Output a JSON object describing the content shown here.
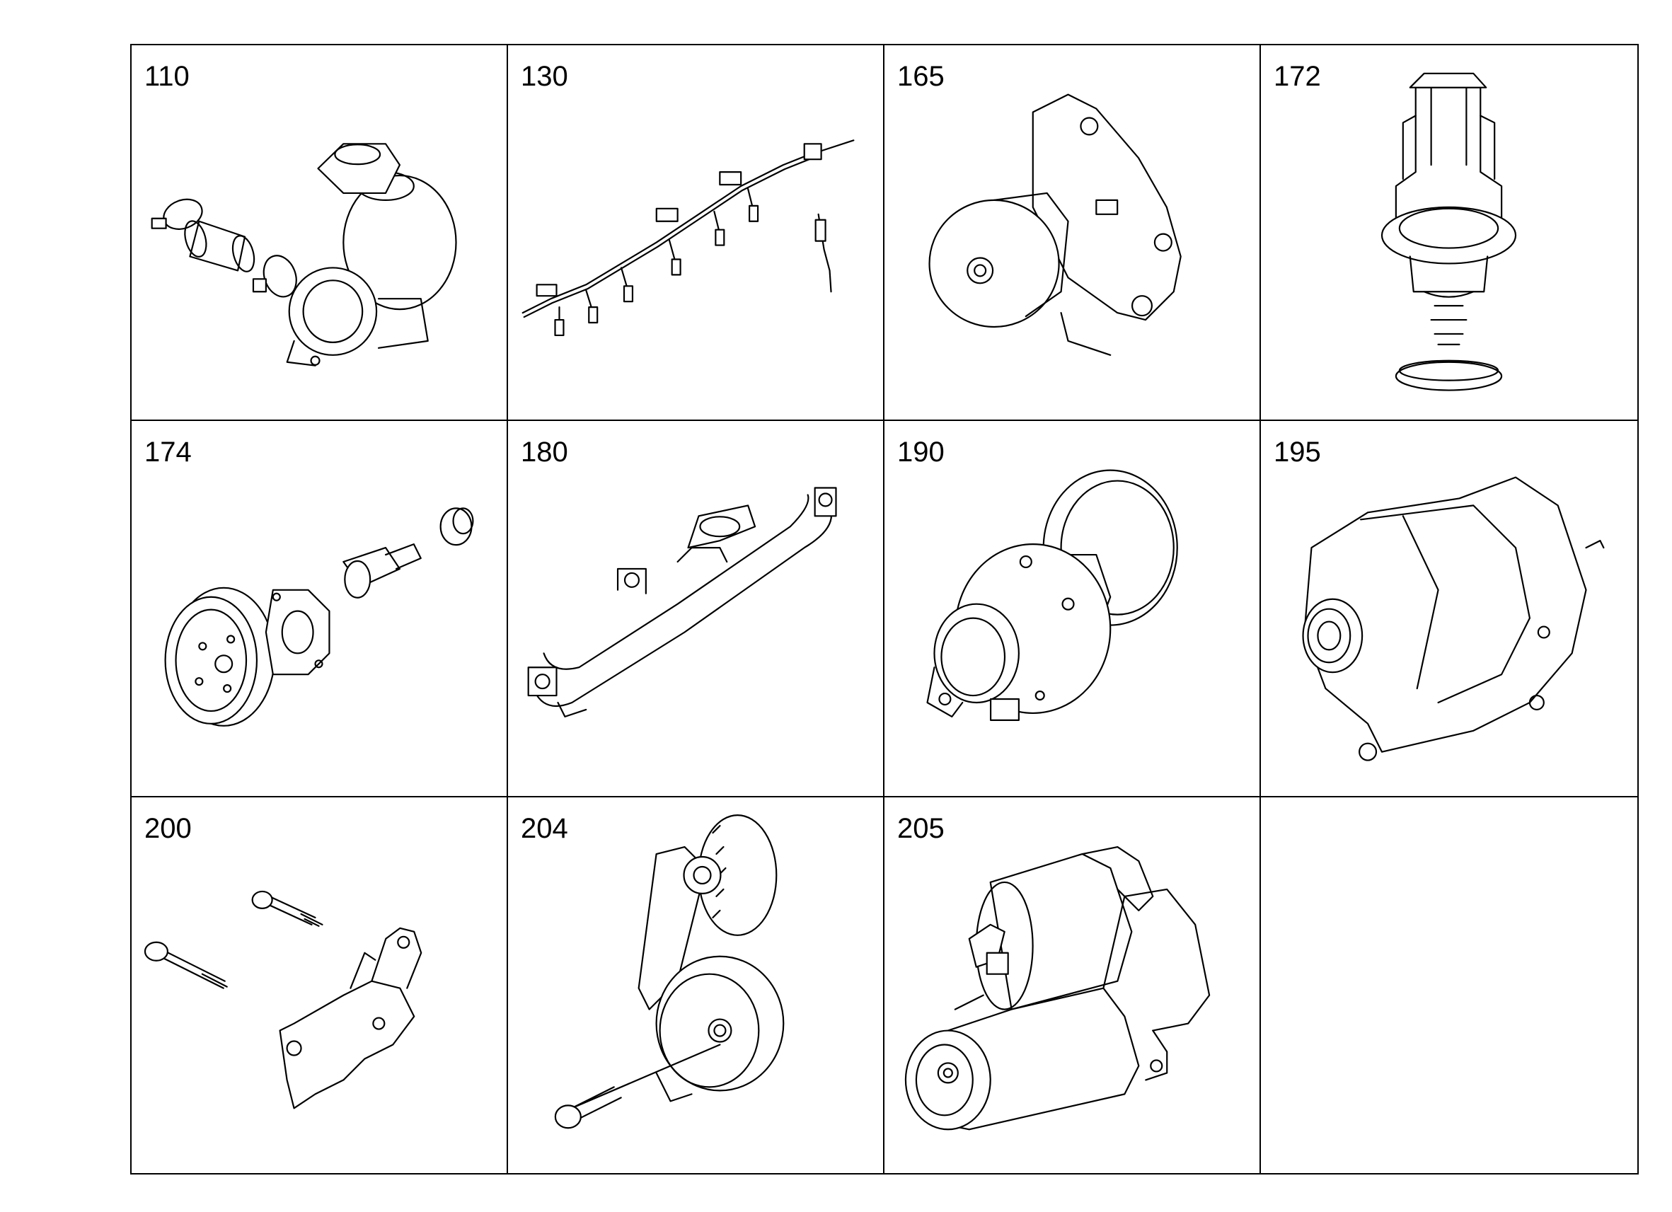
{
  "cells": [
    {
      "number": "110",
      "icon": "turbocharger-hose-icon"
    },
    {
      "number": "130",
      "icon": "glow-plug-harness-icon"
    },
    {
      "number": "165",
      "icon": "water-pump-icon"
    },
    {
      "number": "172",
      "icon": "thermostat-icon"
    },
    {
      "number": "174",
      "icon": "crankshaft-pulley-icon"
    },
    {
      "number": "180",
      "icon": "exhaust-manifold-icon"
    },
    {
      "number": "190",
      "icon": "turbocharger-icon"
    },
    {
      "number": "195",
      "icon": "alternator-icon"
    },
    {
      "number": "200",
      "icon": "bracket-bolts-icon"
    },
    {
      "number": "204",
      "icon": "belt-tensioner-icon"
    },
    {
      "number": "205",
      "icon": "starter-motor-icon"
    },
    {
      "number": "",
      "icon": ""
    }
  ]
}
